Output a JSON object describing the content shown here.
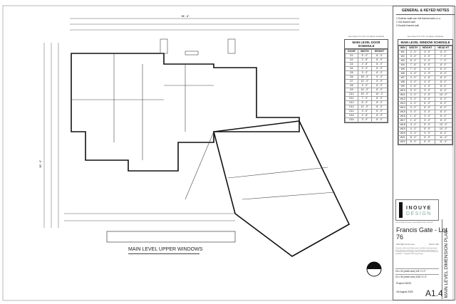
{
  "notes": {
    "title": "GENERAL & KEYED NOTES",
    "items": [
      "1  Exterior walls are 2x6 framed wall u.n.o.",
      "2  2x4 framed wall",
      "3  Double framed wall"
    ]
  },
  "door_schedule": {
    "ref": "see sheet C1.3 for complete schedule",
    "title": "MAIN LEVEL DOOR SCHEDULE",
    "headers": [
      "DOOR",
      "WIDTH",
      "HEIGHT"
    ],
    "rows": [
      [
        "D1",
        "5' - 0\"",
        "8' - 0\""
      ],
      [
        "D2",
        "2' - 8\"",
        "8' - 0\""
      ],
      [
        "D3",
        "2' - 8\"",
        "8' - 0\""
      ],
      [
        "D4",
        "3' - 0\"",
        "8' - 0\""
      ],
      [
        "D5",
        "3' - 0\"",
        "8' - 0\""
      ],
      [
        "D6",
        "18' - 0\"",
        "9' - 0\""
      ],
      [
        "D7",
        "10' - 0\"",
        "9' - 0\""
      ],
      [
        "D8",
        "3' - 0\"",
        "8' - 0\""
      ],
      [
        "D9",
        "14' - 0\"",
        "8' - 0\""
      ],
      [
        "D10",
        "16' - 0\"",
        "10' - 0\""
      ],
      [
        "D11",
        "7' - 0\"",
        "8' - 0\""
      ],
      [
        "D12",
        "6' - 0\"",
        "8' - 0\""
      ],
      [
        "D13",
        "11' - 0\"",
        "8' - 0\""
      ],
      [
        "D14",
        "3' - 6\"",
        "8' - 0\""
      ],
      [
        "D15",
        "2' - 8\"",
        "8' - 0\""
      ],
      [
        "D16",
        "3' - 0\"",
        "8' - 0\""
      ]
    ]
  },
  "window_schedule": {
    "ref": "see sheet C1.3 for complete schedule",
    "title": "MAIN LEVEL WINDOW SCHEDULE",
    "headers": [
      "WIN",
      "WIDTH",
      "HEIGHT",
      "HEAD HT"
    ],
    "rows": [
      [
        "W1",
        "2' - 0\"",
        "3' - 0\"",
        "6' - 0\""
      ],
      [
        "W2",
        "3' - 0\"",
        "3' - 0\"",
        "7' - 0\""
      ],
      [
        "W3",
        "6' - 0\"",
        "3' - 0\"",
        "7' - 0\""
      ],
      [
        "W4",
        "7' - 6\"",
        "6' - 0\"",
        "8' - 0\""
      ],
      [
        "W5",
        "7' - 6\"",
        "4' - 0\"",
        "8' - 0\""
      ],
      [
        "W6",
        "4' - 6\"",
        "4' - 0\"",
        "8' - 0\""
      ],
      [
        "W7",
        "4' - 0\"",
        "4' - 6\"",
        "8' - 0\""
      ],
      [
        "W8",
        "4' - 0\"",
        "4' - 0\"",
        "8' - 0\""
      ],
      [
        "W9",
        "2' - 6\"",
        "4' - 0\"",
        "8' - 0\""
      ],
      [
        "W10",
        "3' - 0\"",
        "3' - 0\"",
        "8' - 0\""
      ],
      [
        "W11",
        "4' - 0\"",
        "2' - 0\"",
        "10' - 0\""
      ],
      [
        "W12",
        "3' - 0\"",
        "6' - 0\"",
        "8' - 0\""
      ],
      [
        "W13",
        "4' - 0\"",
        "6' - 0\"",
        "8' - 0\""
      ],
      [
        "W14",
        "3' - 0\"",
        "6' - 0\"",
        "8' - 0\""
      ],
      [
        "W15",
        "4' - 0\"",
        "3' - 0\"",
        "8' - 0\""
      ],
      [
        "W16",
        "1' - 6\"",
        "3' - 0\"",
        "8' - 0\""
      ],
      [
        "W17",
        "1' - 6\"",
        "3' - 0\"",
        "8' - 0\""
      ],
      [
        "W18",
        "3' - 0\"",
        "5' - 0\"",
        "10' - 0\""
      ],
      [
        "W19",
        "4' - 0\"",
        "5' - 0\"",
        "10' - 0\""
      ],
      [
        "W20",
        "3' - 0\"",
        "3' - 0\"",
        "8' - 0\""
      ],
      [
        "W21",
        "8' - 0\"",
        "5' - 0\"",
        "11' - 0\""
      ],
      [
        "W22",
        "5' - 0\"",
        "5' - 0\"",
        "11' - 0\""
      ]
    ]
  },
  "title_block": {
    "logo_line1": "INOUYE",
    "logo_line2": "DESIGN",
    "address": "1234 W 4600 N  Francis, Utah 84036   Ph 801.123.4567",
    "project_name": "Francis Gate - Lot 76",
    "location_left": "1000 High Country Lane",
    "location_right": "Francis, Utah",
    "disclaimer": "Contractor shall verify all dimensions, conditions and requirements of the job prior to construction. These drawings and documents are the property of Inouye Design and any reuse or further distribution is prohibited. © Copyright 2025 Inouye Design",
    "scale1": "16 x 24 (sheet size)  1/8\"=1'-0\"",
    "scale2": "24 x 36 (sheet size)  3/16\"=1'-0\"",
    "project_no": "Project 24033",
    "date": "18 August 2025",
    "sheet_no": "A1.4",
    "sheet_title": "MAIN LEVEL DIMENSION PLAN"
  },
  "drawing": {
    "caption": "MAIN LEVEL UPPER WINDOWS",
    "overall_dim": "95' - 6\"",
    "side_dim": "56' - 0\""
  }
}
